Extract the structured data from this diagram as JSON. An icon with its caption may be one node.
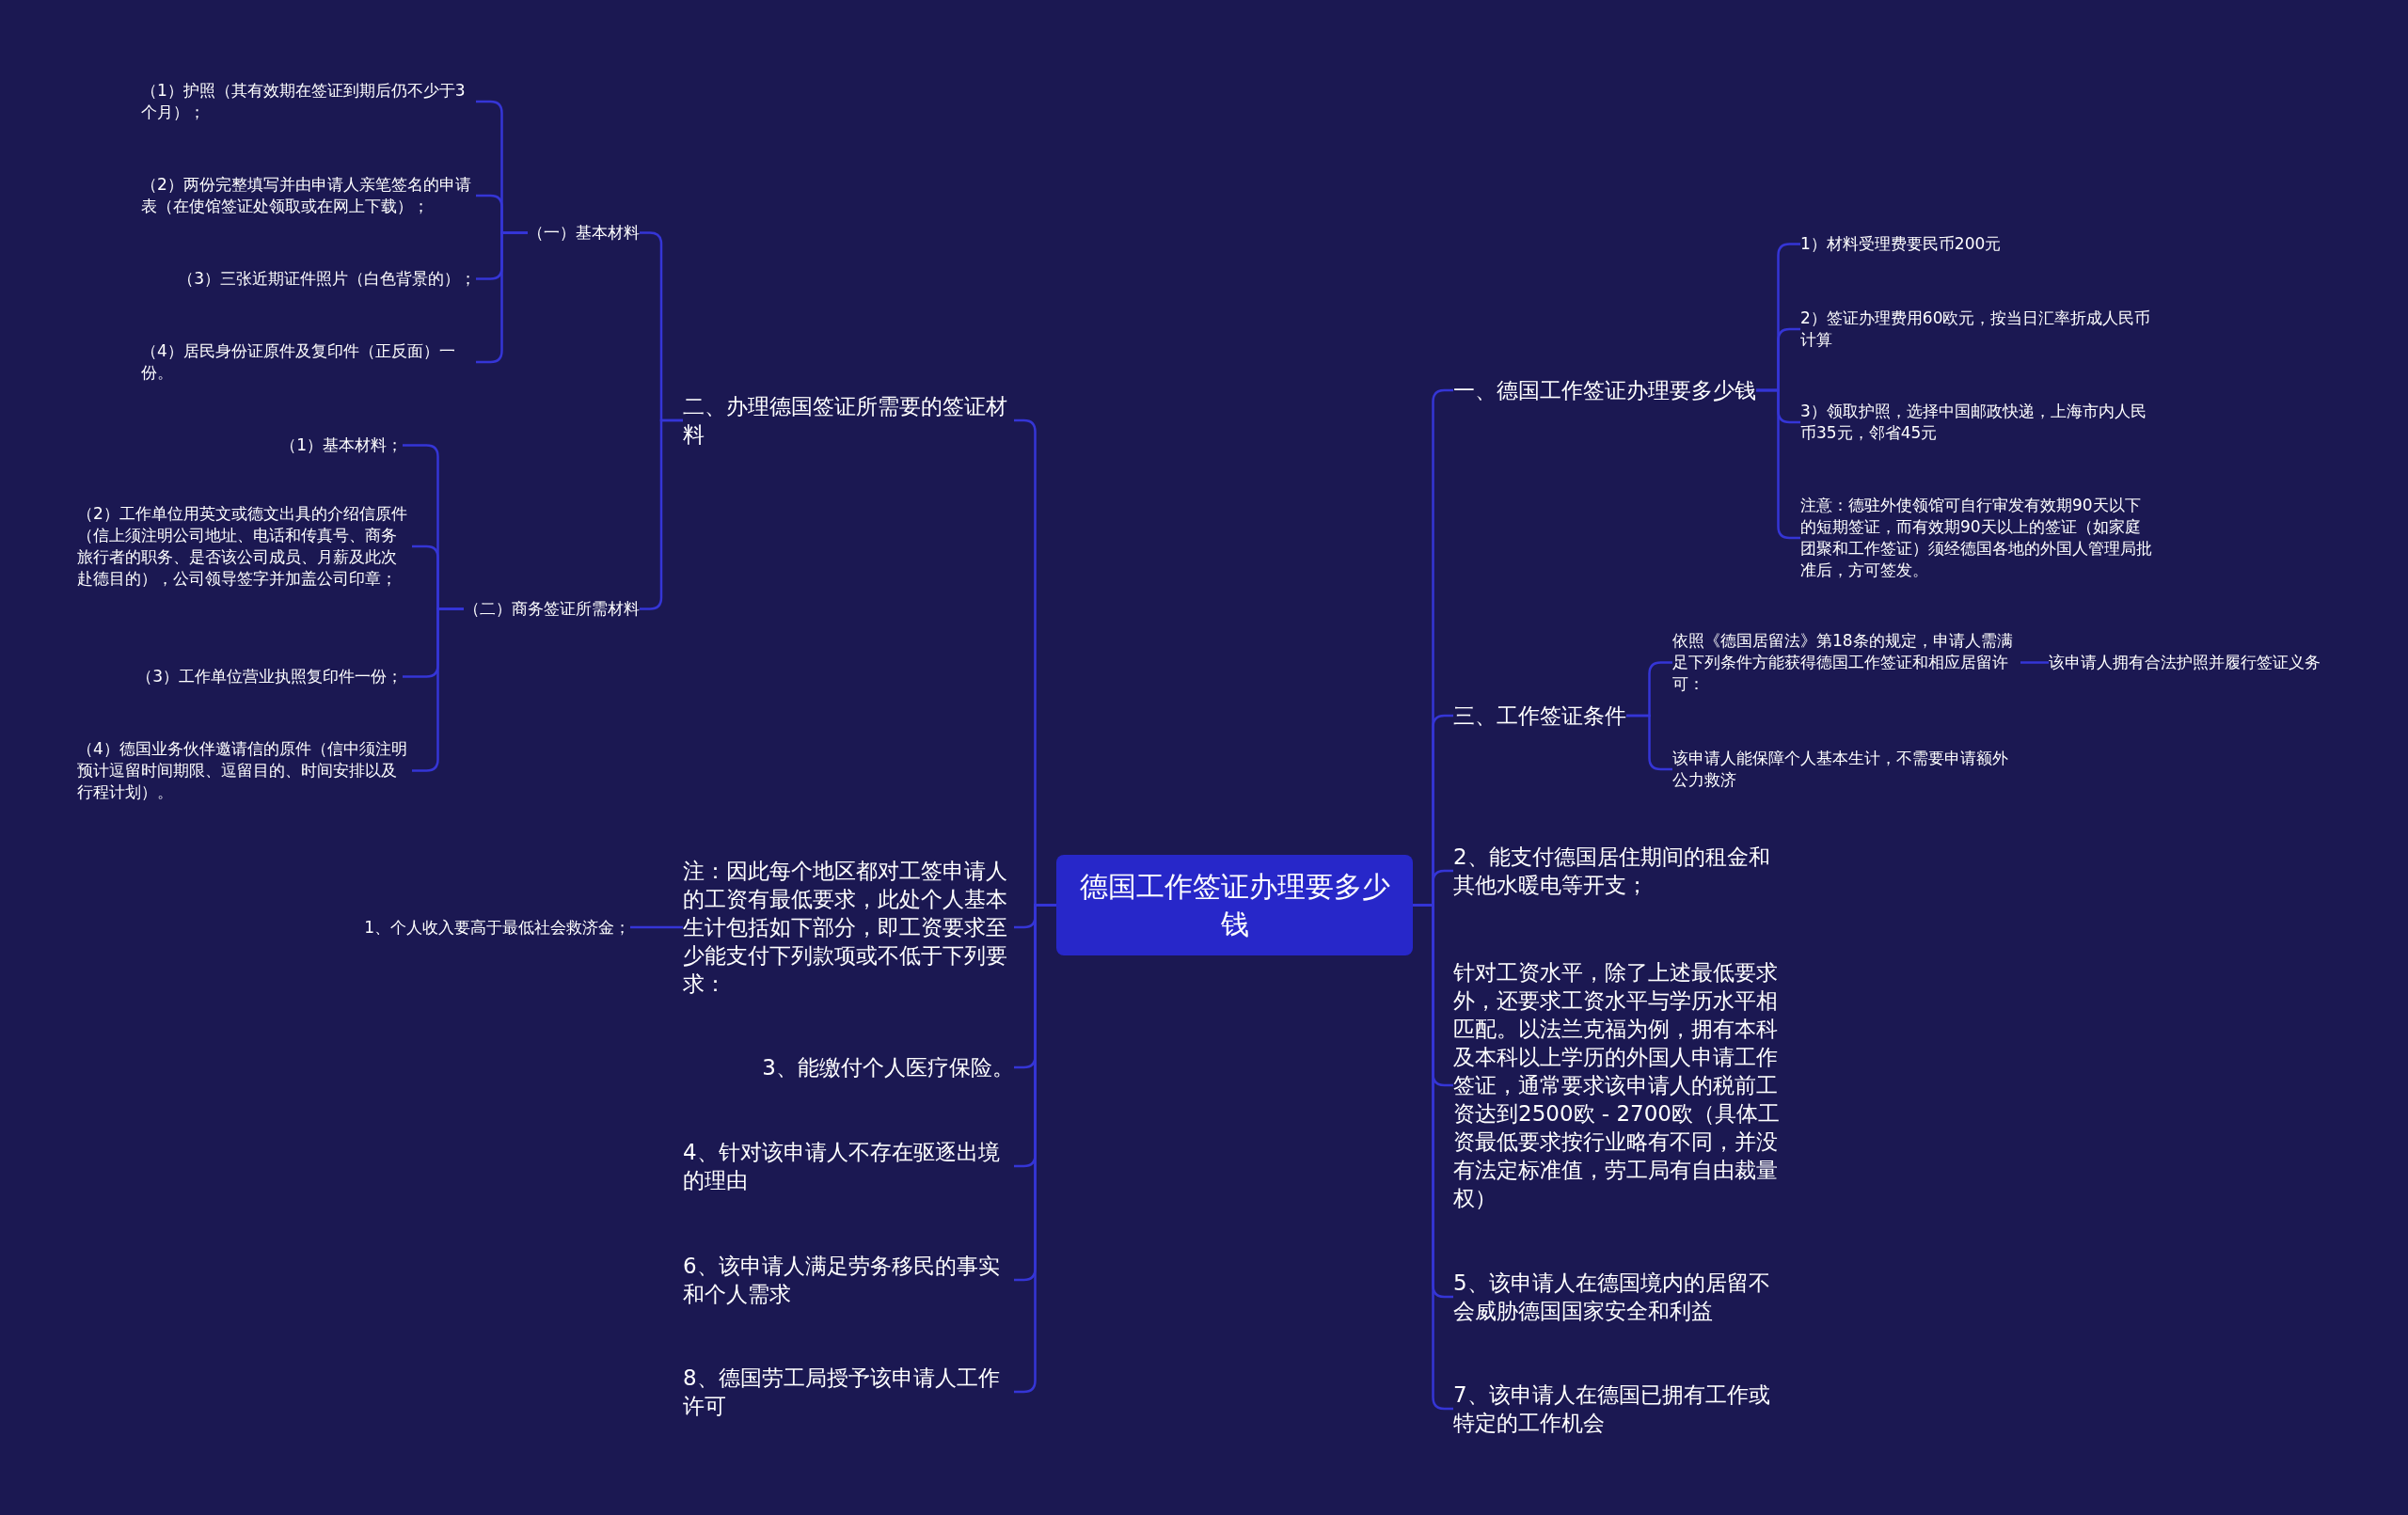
{
  "diagram": {
    "nodes": [
      {
        "text": [
          "德国工作签证办理要多少钱"
        ]
      },
      {
        "text": [
          "二、办理德国签证所需要的签证材料"
        ]
      },
      {
        "text": [
          "（一）基本材料"
        ]
      },
      {
        "text": [
          "（1）护照（其有效期在签证到期后仍不少于3个月）；"
        ]
      },
      {
        "text": [
          "（2）两份完整填写并由申请人亲笔签名的申请表（在使馆签证处领取或在网上下载）；"
        ]
      },
      {
        "text": [
          "（3）三张近期证件照片（白色背景的）；"
        ]
      },
      {
        "text": [
          "（4）居民身份证原件及复印件（正反面）一份。"
        ]
      },
      {
        "text": [
          "（二）商务签证所需材料"
        ]
      },
      {
        "text": [
          "（1）基本材料；"
        ]
      },
      {
        "text": [
          "（2）工作单位用英文或德文出具的介绍信原件（信上须注明公司地址、电话和传真号、商务旅行者的职务、是否该公司成员、月薪及此次赴德目的），公司领导签字并加盖公司印章；"
        ]
      },
      {
        "text": [
          "（3）工作单位营业执照复印件一份；"
        ]
      },
      {
        "text": [
          "（4）德国业务伙伴邀请信的原件（信中须注明预计逗留时间期限、逗留目的、时间安排以及行程计划）。"
        ]
      },
      {
        "text": [
          "注：因此每个地区都对工签申请人的工资有最低要求，此处个人基本生计包括如下部分，即工资要求至少能支付下列款项或不低于下列要求："
        ]
      },
      {
        "text": [
          "1、个人收入要高于最低社会救济金；"
        ]
      },
      {
        "text": [
          "3、能缴付个人医疗保险。"
        ]
      },
      {
        "text": [
          "4、针对该申请人不存在驱逐出境的理由"
        ]
      },
      {
        "text": [
          "6、该申请人满足劳务移民的事实和个人需求"
        ]
      },
      {
        "text": [
          "8、德国劳工局授予该申请人工作许可"
        ]
      },
      {
        "text": [
          "一、德国工作签证办理要多少钱"
        ]
      },
      {
        "text": [
          "1）材料受理费要民币200元"
        ]
      },
      {
        "text": [
          "2）签证办理费用60欧元，按当日汇率折成人民币计算"
        ]
      },
      {
        "text": [
          "3）领取护照，选择中国邮政快递，上海市内人民币35元，邻省45元"
        ]
      },
      {
        "text": [
          "注意：德驻外使领馆可自行审发有效期90天以下的短期签证，而有效期90天以上的签证（如家庭团聚和工作签证）须经德国各地的外国人管理局批准后，方可签发。"
        ]
      },
      {
        "text": [
          "三、工作签证条件"
        ]
      },
      {
        "text": [
          "依照《德国居留法》第18条的规定，申请人需满足下列条件方能获得德国工作签证和相应居留许可："
        ]
      },
      {
        "text": [
          "该申请人拥有合法护照并履行签证义务"
        ]
      },
      {
        "text": [
          "该申请人能保障个人基本生计，不需要申请额外公力救济"
        ]
      },
      {
        "text": [
          "2、能支付德国居住期间的租金和其他水暖电等开支；"
        ]
      },
      {
        "text": [
          "针对工资水平，除了上述最低要求外，还要求工资水平与学历水平相匹配。以法兰克福为例，拥有本科及本科以上学历的外国人申请工作签证，通常要求该申请人的税前工资达到2500欧 - 2700欧（具体工资最低要求按行业略有不同，并没有法定标准值，劳工局有自由裁量权）"
        ]
      },
      {
        "text": [
          "5、该申请人在德国境内的居留不会威胁德国国家安全和利益"
        ]
      },
      {
        "text": [
          "7、该申请人在德国已拥有工作或特定的工作机会"
        ]
      }
    ],
    "edges": [
      {
        "from": 0,
        "to": 1,
        "arrow": "none"
      },
      {
        "from": 1,
        "to": 2,
        "arrow": "none"
      },
      {
        "from": 2,
        "to": 3,
        "arrow": "none"
      },
      {
        "from": 2,
        "to": 4,
        "arrow": "none"
      },
      {
        "from": 2,
        "to": 5,
        "arrow": "none"
      },
      {
        "from": 2,
        "to": 6,
        "arrow": "none"
      },
      {
        "from": 1,
        "to": 7,
        "arrow": "none"
      },
      {
        "from": 7,
        "to": 8,
        "arrow": "none"
      },
      {
        "from": 7,
        "to": 9,
        "arrow": "none"
      },
      {
        "from": 7,
        "to": 10,
        "arrow": "none"
      },
      {
        "from": 7,
        "to": 11,
        "arrow": "none"
      },
      {
        "from": 0,
        "to": 12,
        "arrow": "none"
      },
      {
        "from": 12,
        "to": 13,
        "arrow": "none"
      },
      {
        "from": 0,
        "to": 14,
        "arrow": "none"
      },
      {
        "from": 0,
        "to": 15,
        "arrow": "none"
      },
      {
        "from": 0,
        "to": 16,
        "arrow": "none"
      },
      {
        "from": 0,
        "to": 17,
        "arrow": "none"
      },
      {
        "from": 0,
        "to": 18,
        "arrow": "none"
      },
      {
        "from": 18,
        "to": 19,
        "arrow": "none"
      },
      {
        "from": 18,
        "to": 20,
        "arrow": "none"
      },
      {
        "from": 18,
        "to": 21,
        "arrow": "none"
      },
      {
        "from": 18,
        "to": 22,
        "arrow": "none"
      },
      {
        "from": 0,
        "to": 23,
        "arrow": "none"
      },
      {
        "from": 23,
        "to": 24,
        "arrow": "none"
      },
      {
        "from": 24,
        "to": 25,
        "arrow": "none"
      },
      {
        "from": 23,
        "to": 26,
        "arrow": "none"
      },
      {
        "from": 0,
        "to": 27,
        "arrow": "none"
      },
      {
        "from": 0,
        "to": 28,
        "arrow": "none"
      },
      {
        "from": 0,
        "to": 29,
        "arrow": "none"
      },
      {
        "from": 0,
        "to": 30,
        "arrow": "none"
      }
    ]
  }
}
